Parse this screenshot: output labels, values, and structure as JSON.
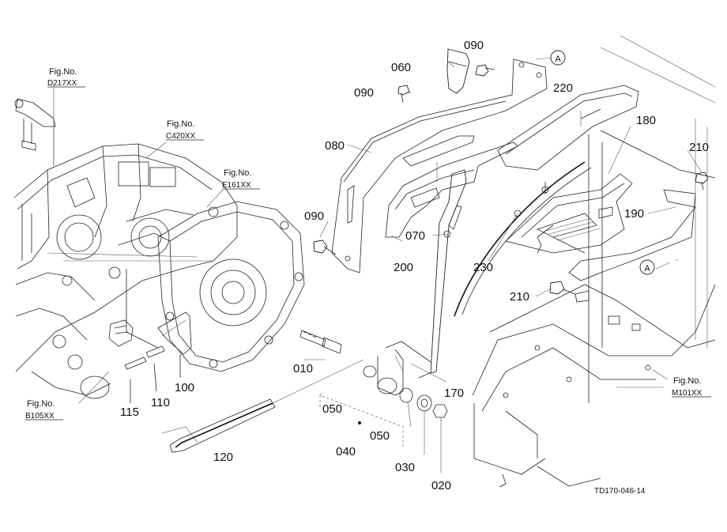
{
  "figure_refs": [
    {
      "id": "d217",
      "label": "Fig.No.",
      "code": "D217XX"
    },
    {
      "id": "c420",
      "label": "Fig.No.",
      "code": "C420XX"
    },
    {
      "id": "e161",
      "label": "Fig.No.",
      "code": "E161XX"
    },
    {
      "id": "b105",
      "label": "Fig.No.",
      "code": "B105XX"
    },
    {
      "id": "m101",
      "label": "Fig.No.",
      "code": "M101XX"
    }
  ],
  "part_numbers": {
    "p060": "060",
    "p090a": "090",
    "p090b": "090",
    "p090c": "090",
    "p220": "220",
    "p080": "080",
    "p180": "180",
    "p210a": "210",
    "p210b": "210",
    "p190": "190",
    "p070": "070",
    "p200": "200",
    "p230": "230",
    "p010": "010",
    "p100": "100",
    "p110": "110",
    "p115": "115",
    "p120": "120",
    "p050a": "050",
    "p050b": "050",
    "p040": "040",
    "p030": "030",
    "p020": "020",
    "p170": "170"
  },
  "callouts": {
    "a1": "A",
    "a2": "A"
  },
  "drawing_code": "TD170-046-14"
}
